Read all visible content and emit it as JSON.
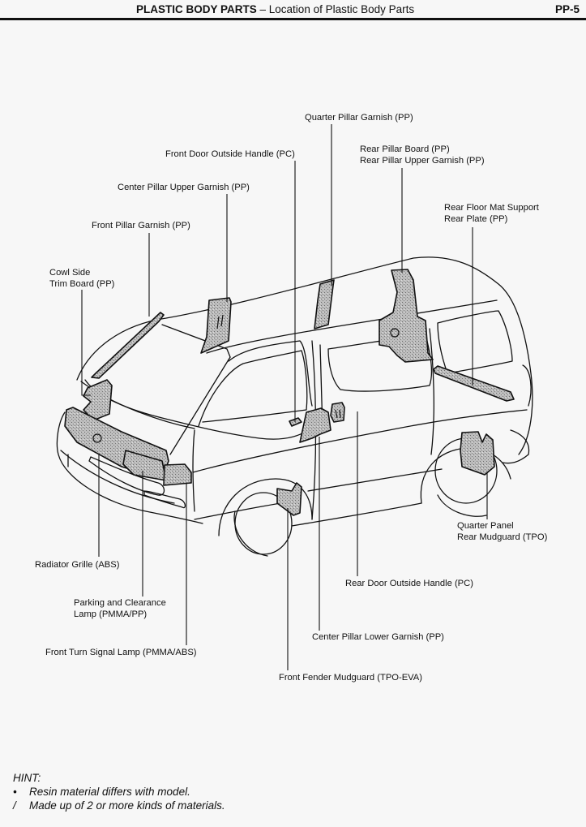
{
  "header": {
    "section": "PLASTIC BODY PARTS",
    "separator": " – ",
    "subtitle": "Location of Plastic Body Parts",
    "page_number": "PP-5"
  },
  "diagram": {
    "subject": "van",
    "callouts": [
      {
        "id": "quarter-pillar-garnish",
        "lines": [
          "Quarter Pillar Garnish (PP)"
        ]
      },
      {
        "id": "front-door-outside-handle",
        "lines": [
          "Front Door Outside Handle (PC)"
        ]
      },
      {
        "id": "rear-pillar-board",
        "lines": [
          "Rear Pillar Board (PP)",
          "Rear Pillar Upper Garnish (PP)"
        ]
      },
      {
        "id": "center-pillar-upper-garnish",
        "lines": [
          "Center Pillar Upper Garnish (PP)"
        ]
      },
      {
        "id": "rear-floor-mat-support",
        "lines": [
          "Rear Floor Mat Support",
          "Rear Plate (PP)"
        ]
      },
      {
        "id": "front-pillar-garnish",
        "lines": [
          "Front Pillar Garnish (PP)"
        ]
      },
      {
        "id": "cowl-side-trim-board",
        "lines": [
          "Cowl Side",
          "Trim Board (PP)"
        ]
      },
      {
        "id": "quarter-panel-rear-mudguard",
        "lines": [
          "Quarter Panel",
          "Rear Mudguard (TPO)"
        ]
      },
      {
        "id": "radiator-grille",
        "lines": [
          "Radiator Grille (ABS)"
        ]
      },
      {
        "id": "rear-door-outside-handle",
        "lines": [
          "Rear Door Outside Handle (PC)"
        ]
      },
      {
        "id": "parking-clearance-lamp",
        "lines": [
          "Parking and Clearance",
          "Lamp (PMMA/PP)"
        ]
      },
      {
        "id": "center-pillar-lower-garnish",
        "lines": [
          "Center Pillar Lower Garnish (PP)"
        ]
      },
      {
        "id": "front-turn-signal-lamp",
        "lines": [
          "Front Turn Signal Lamp (PMMA/ABS)"
        ]
      },
      {
        "id": "front-fender-mudguard",
        "lines": [
          "Front Fender Mudguard (TPO-EVA)"
        ]
      }
    ]
  },
  "hint": {
    "title": "HINT:",
    "items": [
      {
        "marker": "•",
        "text": "Resin material differs with model."
      },
      {
        "marker": "/",
        "text": "Made up of 2 or more kinds of materials."
      }
    ]
  }
}
